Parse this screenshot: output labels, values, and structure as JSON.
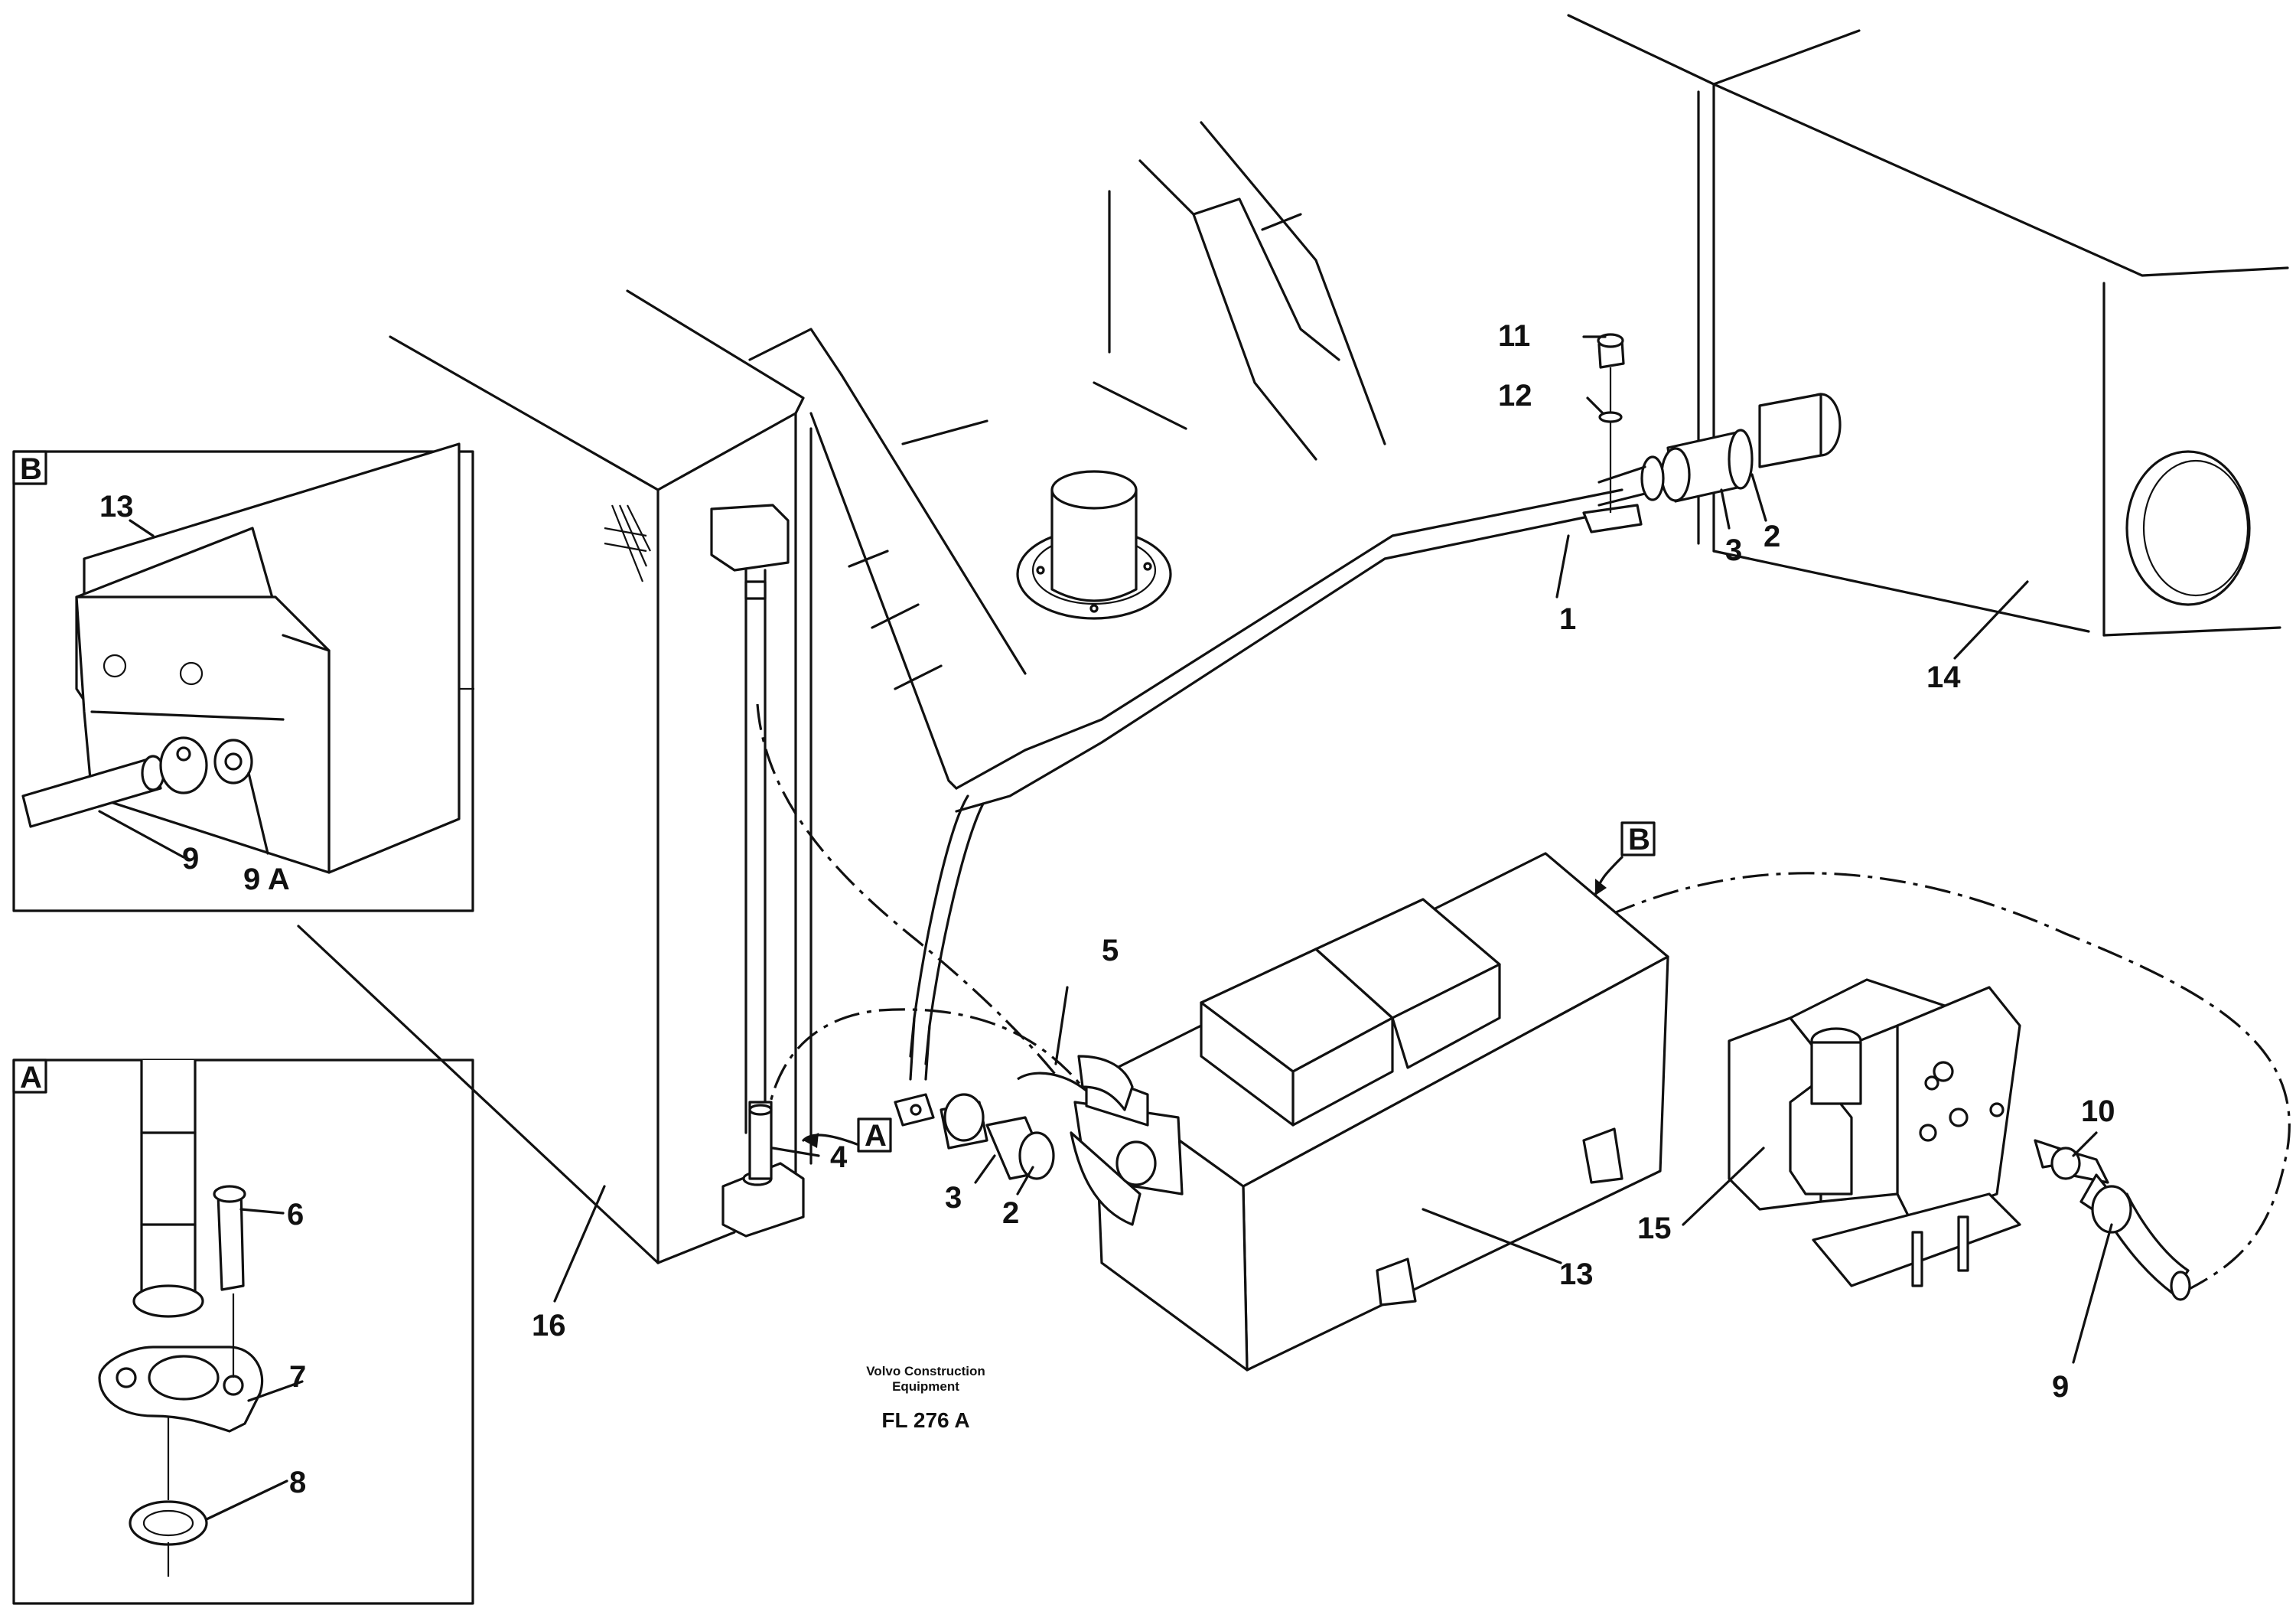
{
  "drawing": {
    "manufacturer_line1": "Volvo Construction",
    "manufacturer_line2": "Equipment",
    "figure_code": "FL 276 A"
  },
  "detail_views": {
    "a": {
      "tag": "A"
    },
    "b": {
      "tag": "B"
    }
  },
  "callouts": {
    "main": [
      "1",
      "2",
      "3",
      "11",
      "12",
      "14",
      "5",
      "4",
      "3",
      "2",
      "13",
      "16",
      "15",
      "10",
      "9"
    ],
    "detail_b": [
      "13",
      "9",
      "9 A"
    ],
    "detail_a": [
      "6",
      "7",
      "8"
    ]
  },
  "view_refs": [
    "A",
    "B"
  ]
}
